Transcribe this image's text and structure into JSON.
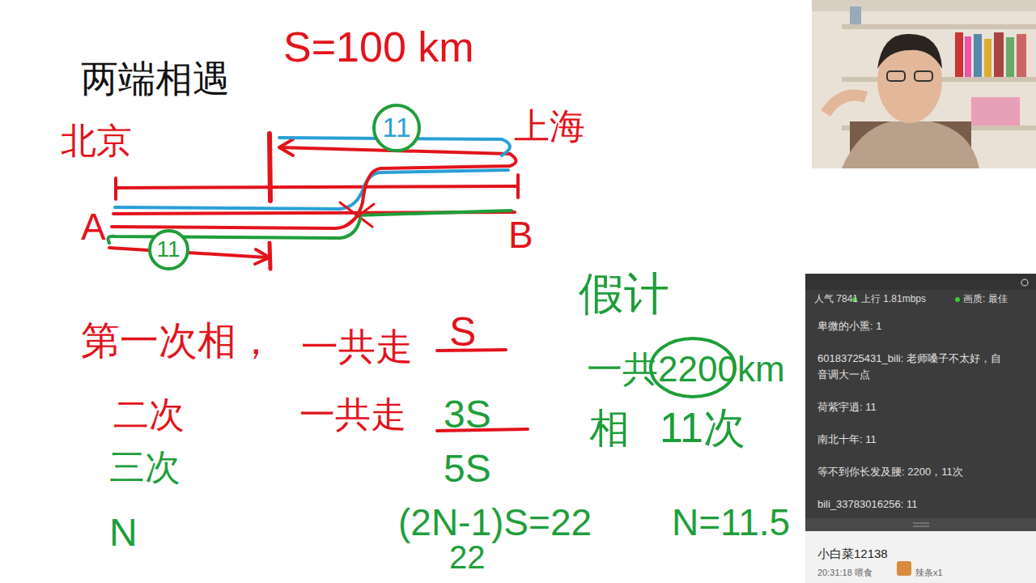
{
  "diagram": {
    "title": "两端相遇",
    "nodes": [
      {
        "text": [
          "11"
        ]
      },
      {
        "text": [
          "11"
        ]
      }
    ],
    "labels": [
      "S=100 km",
      "北京",
      "上海",
      "A",
      "B",
      "第一次相，",
      "一共走",
      "S",
      "二次",
      "一共走",
      "3S",
      "三次",
      "5S",
      "N",
      "(2N-1)S=22",
      "22",
      "N=11.5",
      "假计",
      "一共2200km",
      "相",
      "11次",
      "人气 7841",
      "上行 1.81mbps",
      "画质: 最佳",
      "卑微的小熏: 1",
      "60183725431_bili: 老师嗓子不太好，自",
      "音调大一点",
      "荷紫宇逍: 11",
      "南北十年: 11",
      "等不到你长发及腰: 2200，11次",
      "bili_33783016256: 11",
      "小白菜12138",
      "20:31:18 喂食",
      "辣条x1"
    ]
  }
}
